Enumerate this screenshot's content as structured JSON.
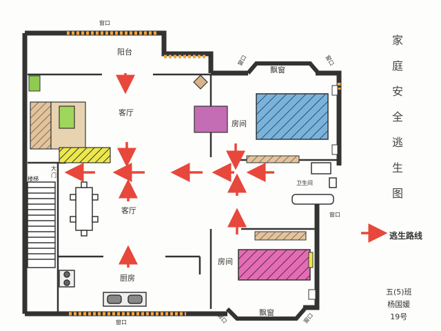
{
  "title": [
    "家",
    "庭",
    "安",
    "全",
    "逃",
    "生",
    "图"
  ],
  "legend": {
    "label": "逃生路线",
    "arrow_color": "#e8473b"
  },
  "labels": {
    "window_top": "窗口",
    "window_right1": "窗口",
    "window_right2": "窗口",
    "window_right3": "窗口",
    "window_bottom": "窗口",
    "window_bottom_right": "窗口",
    "window_bottom_right2": "窗口",
    "bay_top": "飘窗",
    "bay_bottom": "飘窗",
    "balcony": "阳台",
    "living_top": "客厅",
    "living_bottom": "客厅",
    "kitchen": "厨房",
    "bedroom_top": "房间",
    "bedroom_bottom": "房间",
    "bathroom": "卫生间",
    "stairs": "楼梯",
    "door": "大门"
  },
  "signature": {
    "class": "五(5)班",
    "name": "杨国媛",
    "number": "19号"
  },
  "colors": {
    "wall": "#3a3a3a",
    "window": "#f2a33a",
    "bed_top": "#7ab3d9",
    "bed_bottom": "#e46cb4",
    "sofa": "#e9e74a",
    "tv": "#9fd65c",
    "cabinet": "#d9b48a",
    "nightstand": "#c46cb4",
    "green": "#8ecb4e"
  }
}
